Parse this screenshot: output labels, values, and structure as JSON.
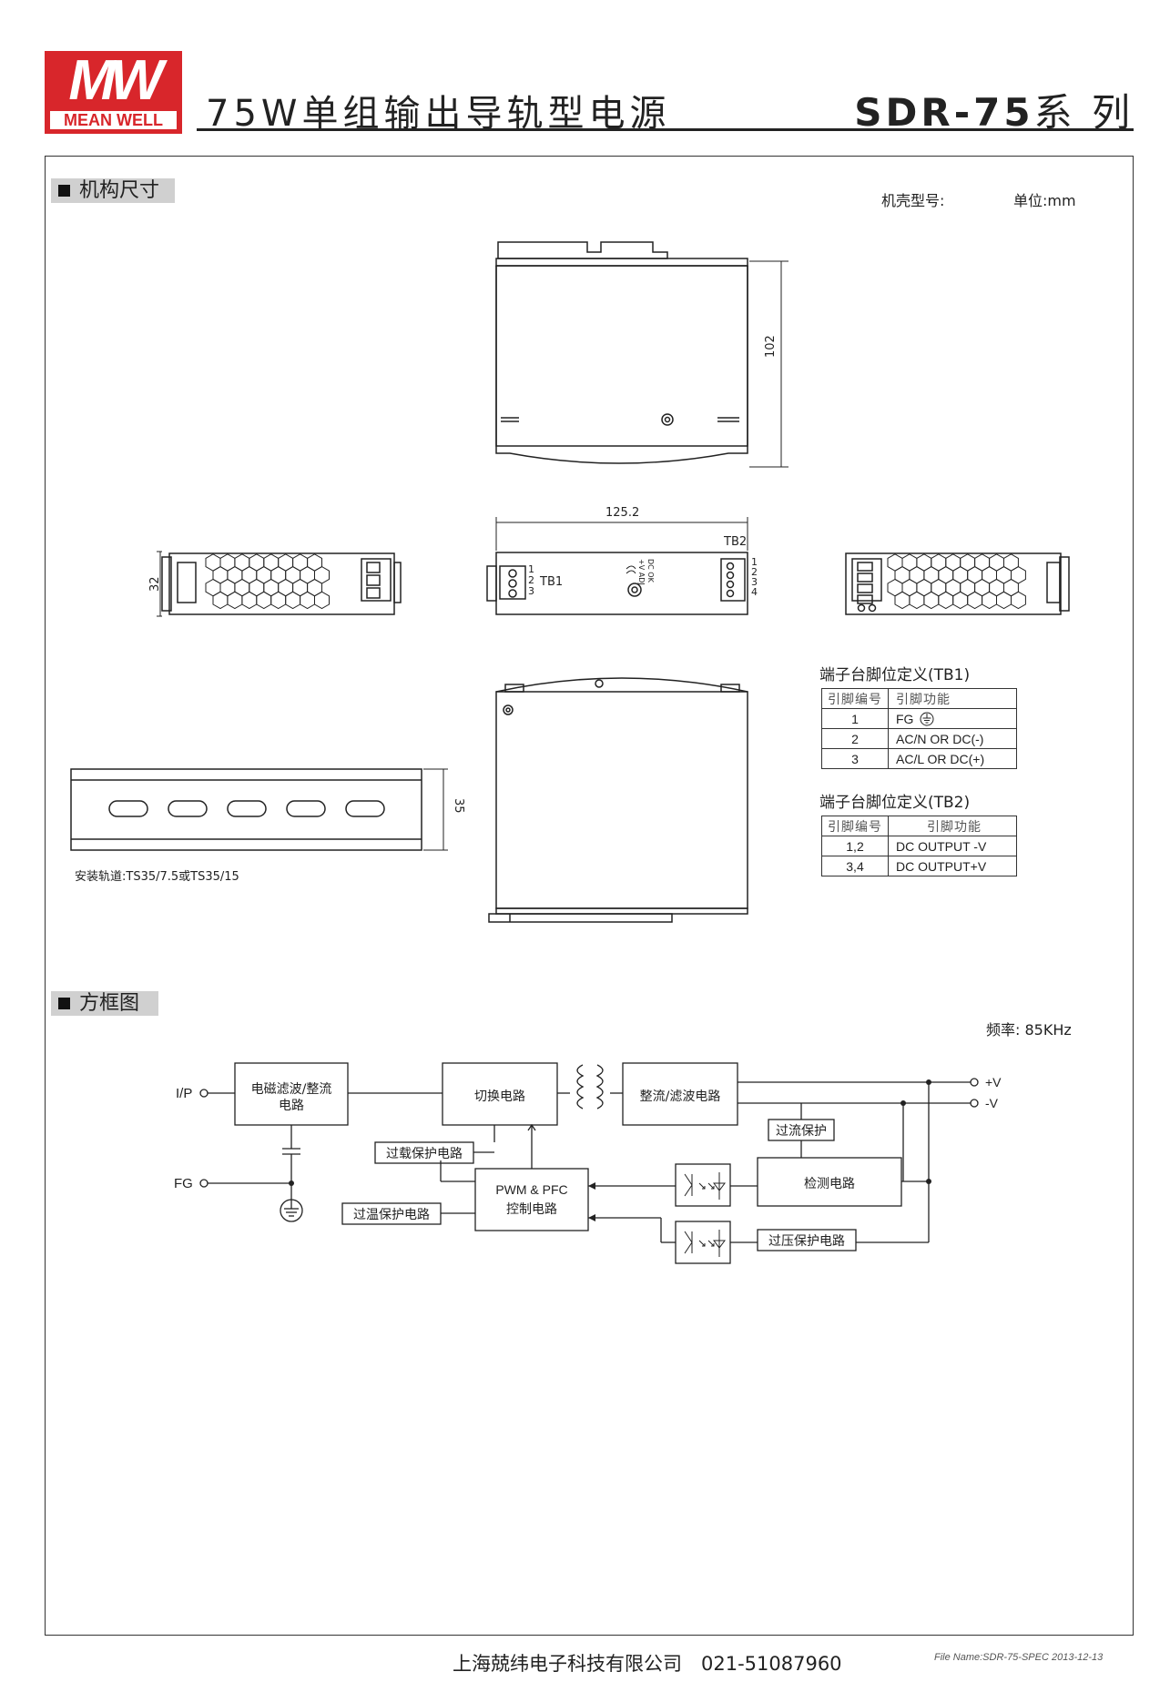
{
  "header": {
    "logo_text": "MW",
    "logo_brand": "MEAN WELL",
    "title": "75W单组输出导轨型电源",
    "series_model": "SDR-75",
    "series_suffix": "系 列"
  },
  "mechanical": {
    "section_title": "机构尺寸",
    "case_no_label": "机壳型号:",
    "unit_label": "单位:mm",
    "dim_height": "102",
    "dim_width": "125.2",
    "dim_depth": "32",
    "dim_rail": "35",
    "tb1_label": "TB1",
    "tb2_label": "TB2",
    "tb1_pins": [
      "1",
      "2",
      "3"
    ],
    "tb2_pins": [
      "1",
      "2",
      "3",
      "4"
    ],
    "led_label_1": "DC OK",
    "led_label_2": "+V ADJ.",
    "rail_note": "安装轨道:TS35/7.5或TS35/15"
  },
  "pin_tables": {
    "tb1": {
      "title": "端子台脚位定义(TB1)",
      "headers": [
        "引脚编号",
        "引脚功能"
      ],
      "rows": [
        [
          "1",
          "FG"
        ],
        [
          "2",
          "AC/N OR DC(-)"
        ],
        [
          "3",
          "AC/L OR DC(+)"
        ]
      ]
    },
    "tb2": {
      "title": "端子台脚位定义(TB2)",
      "headers": [
        "引脚编号",
        "引脚功能"
      ],
      "rows": [
        [
          "1,2",
          "DC OUTPUT -V"
        ],
        [
          "3,4",
          "DC OUTPUT+V"
        ]
      ]
    }
  },
  "block": {
    "section_title": "方框图",
    "freq_label": "频率: 85KHz",
    "ip": "I/P",
    "fg": "FG",
    "emi": "电磁滤波/整流",
    "emi2": "电路",
    "switching": "切换电路",
    "rectify": "整流/滤波电路",
    "vplus": "+V",
    "vminus": "-V",
    "overcurrent": "过流保护",
    "overload": "过载保护电路",
    "pwm1": "PWM & PFC",
    "pwm2": "控制电路",
    "overtemp": "过温保护电路",
    "detection": "检测电路",
    "overvoltage": "过压保护电路"
  },
  "footer": {
    "company": "上海兢纬电子科技有限公司　021-51087960",
    "file_info": "File Name:SDR-75-SPEC  2013-12-13"
  }
}
